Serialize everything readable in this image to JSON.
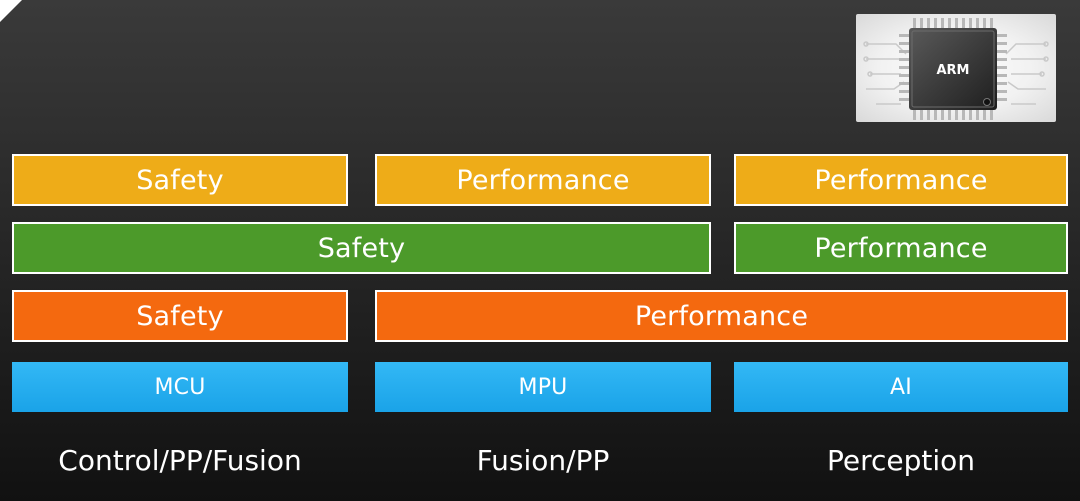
{
  "chip": {
    "label": "ARM"
  },
  "rows": {
    "yellow": [
      "Safety",
      "Performance",
      "Performance"
    ],
    "green": [
      "Safety",
      "Performance"
    ],
    "orange": [
      "Safety",
      "Performance"
    ],
    "blue": [
      "MCU",
      "MPU",
      "AI"
    ]
  },
  "columns": [
    "Control/PP/Fusion",
    "Fusion/PP",
    "Perception"
  ],
  "colors": {
    "yellow": "#eeac18",
    "green": "#4c9a2a",
    "orange": "#f4690f",
    "blue": "#1aa3e8",
    "background": "#2a2a2a"
  }
}
